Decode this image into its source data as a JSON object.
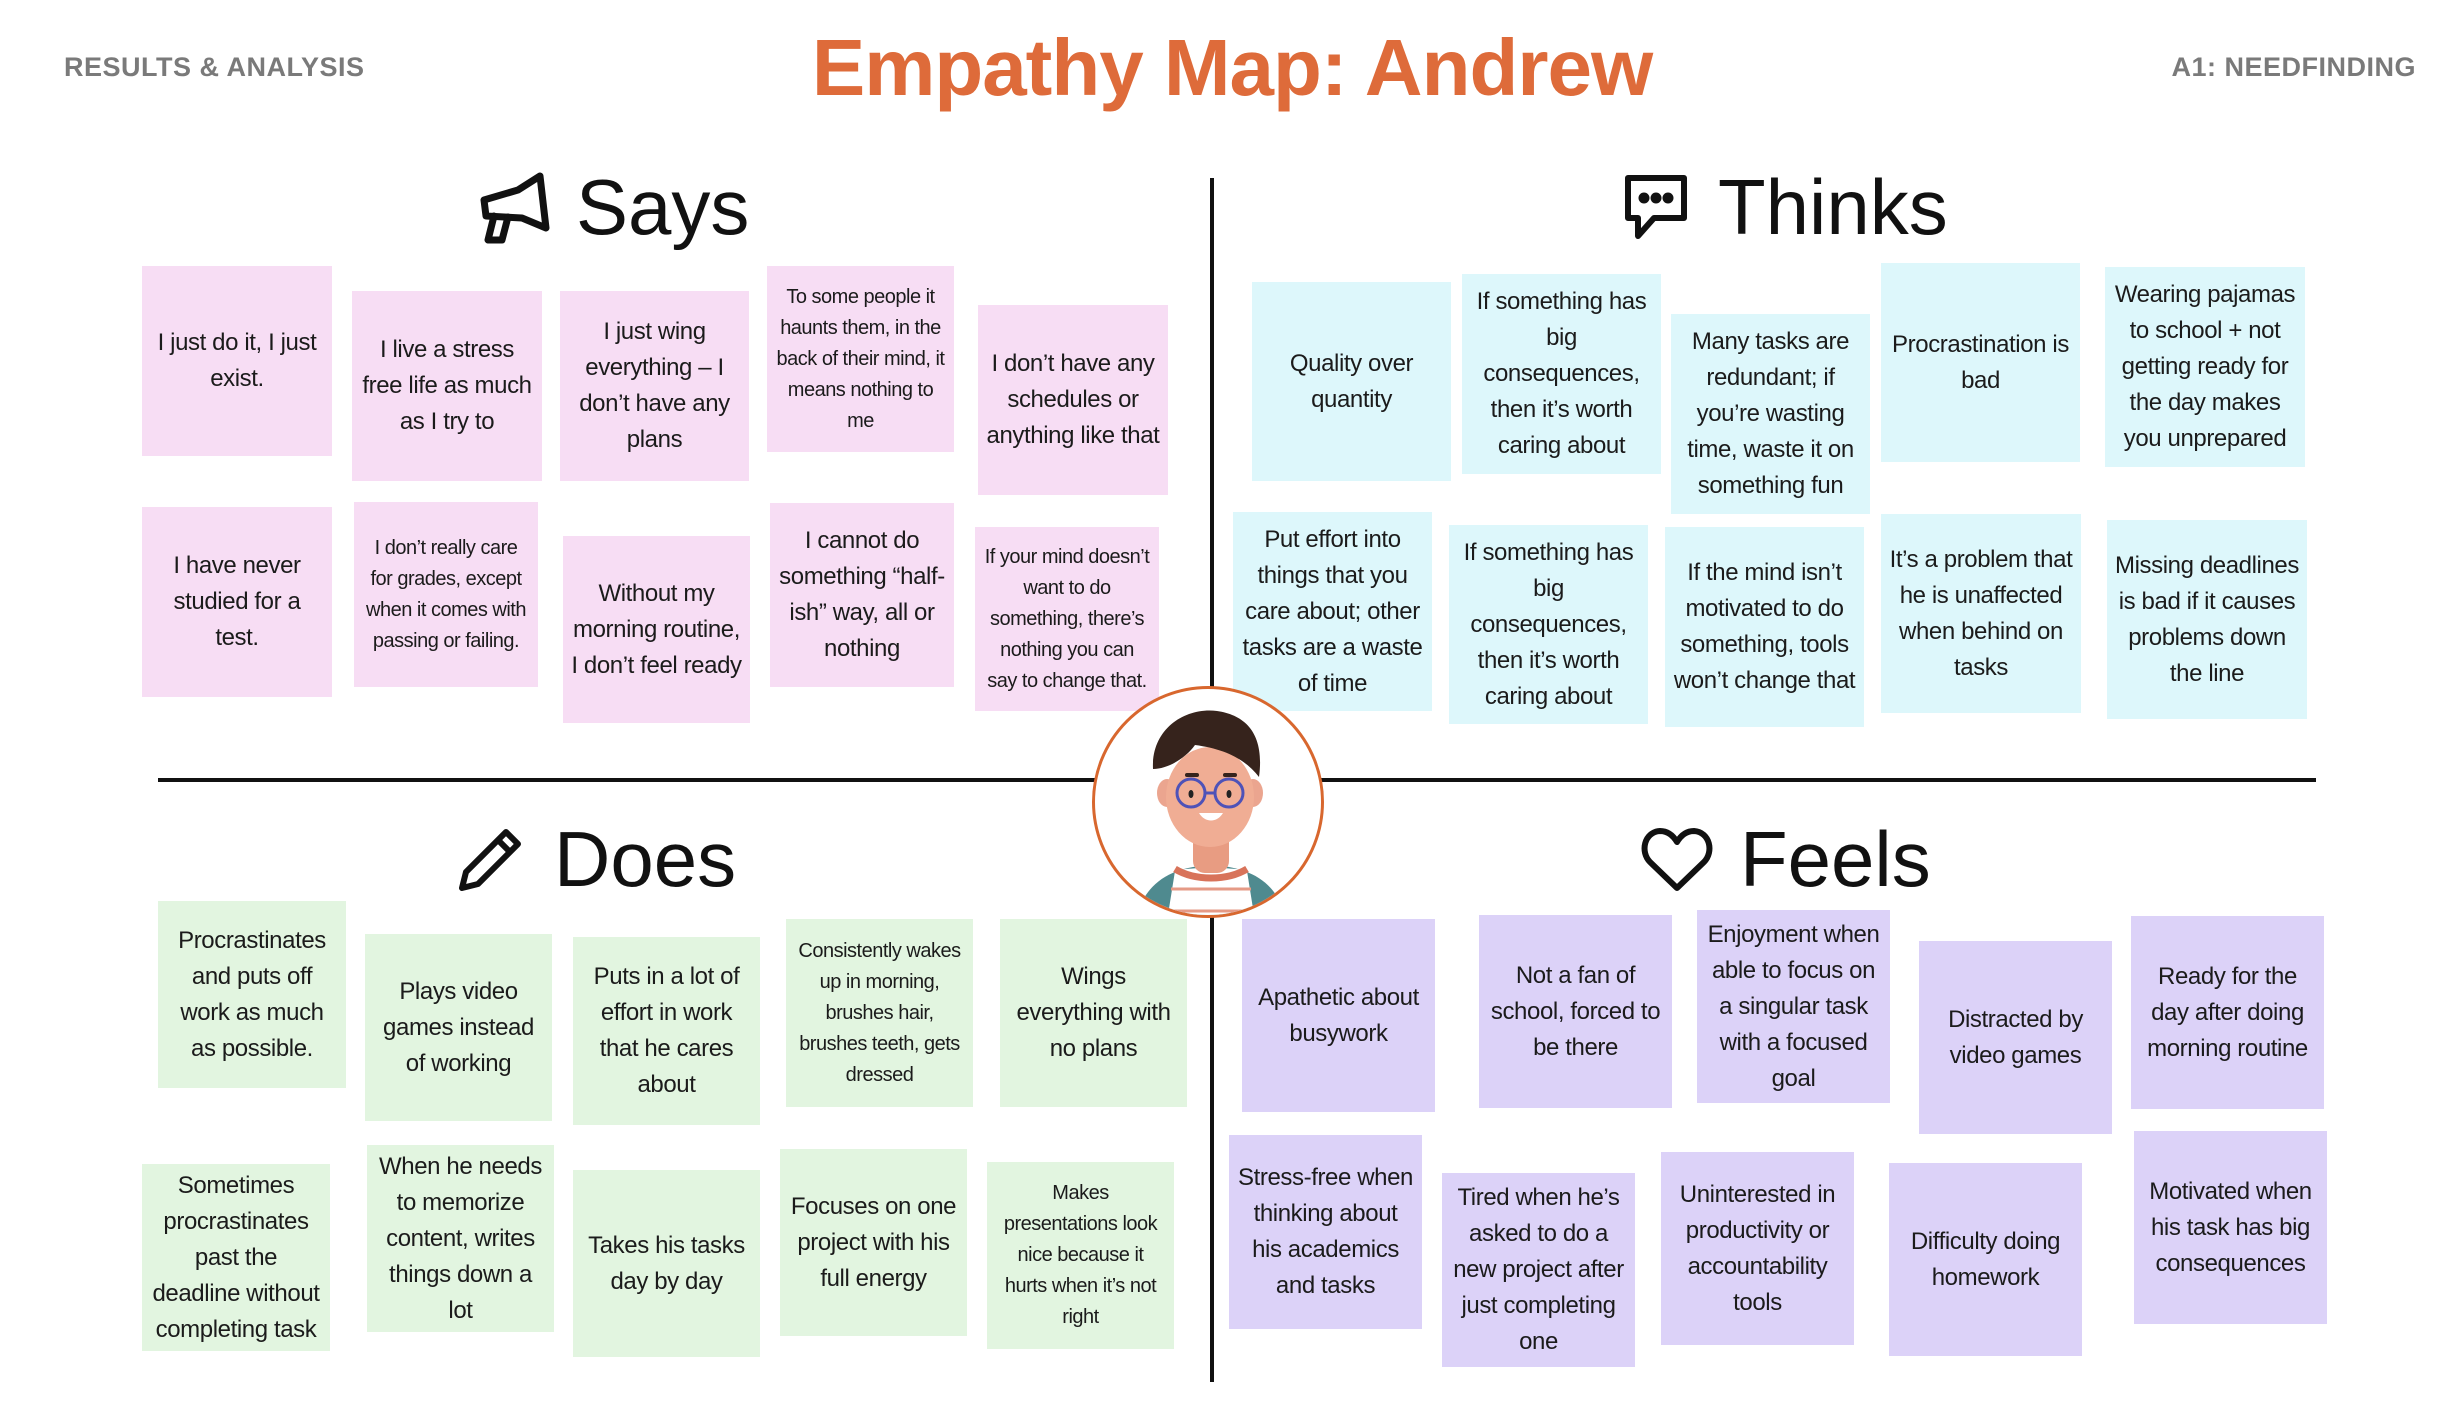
{
  "header": {
    "left_label": "RESULTS & ANALYSIS",
    "title": "Empathy Map: Andrew",
    "right_label": "A1: NEEDFINDING"
  },
  "colors": {
    "title": "#DE6B3A",
    "says": "#F7DDF4",
    "thinks": "#DDF7FB",
    "does": "#E2F5E0",
    "feels": "#DCD2F8",
    "avatar_border": "#D8672E"
  },
  "quadrants": {
    "says": {
      "label": "Says",
      "icon": "megaphone-icon",
      "notes": [
        "I just do it, I just exist.",
        "I live a stress free life as much as I try to",
        "I just wing everything – I don’t have any plans",
        "To some people it haunts them, in the back of their mind, it means nothing to me",
        "I don’t have any schedules or anything like that",
        "I have never studied for a test.",
        "I don’t really care for grades, except when it comes with passing or failing.",
        "Without my morning routine, I don’t feel ready",
        "I cannot do something “half-ish” way, all or nothing",
        "If your mind doesn’t want to do something, there’s nothing you can say to change that."
      ]
    },
    "thinks": {
      "label": "Thinks",
      "icon": "chat-bubble-icon",
      "notes": [
        "Quality over quantity",
        "If something has big consequences, then it’s worth caring about",
        "Many tasks are redundant; if you’re wasting time, waste it on something fun",
        "Procrastination is bad",
        "Wearing pajamas to school + not getting ready for the day makes you unprepared",
        "Put effort into things that you care about; other tasks are a waste of time",
        "If something has big consequences, then it’s worth caring about",
        "If the mind isn’t motivated to do something, tools won’t change that",
        "It’s a problem that he is unaffected when behind on tasks",
        "Missing deadlines is bad if it causes problems down the line"
      ]
    },
    "does": {
      "label": "Does",
      "icon": "pencil-icon",
      "notes": [
        "Procrastinates and puts off work as much as possible.",
        "Plays video games instead of working",
        "Puts in a lot of effort in work that he cares about",
        "Consistently wakes up in morning, brushes hair, brushes teeth, gets dressed",
        "Wings everything with no plans",
        "Sometimes procrastinates past the deadline without completing task",
        "When he needs to memorize content, writes things down a lot",
        "Takes his tasks day by day",
        "Focuses on one project with his full energy",
        "Makes presentations look nice because it hurts when it’s not right"
      ]
    },
    "feels": {
      "label": "Feels",
      "icon": "heart-icon",
      "notes": [
        "Apathetic about busywork",
        "Not a fan of school, forced to be there",
        "Enjoyment when able to focus on a singular task with a focused goal",
        "Distracted by video games",
        "Ready for the day after doing morning routine",
        "Stress-free when thinking about his academics and tasks",
        "Tired when he’s asked to do a new project after just completing one",
        "Uninterested in productivity or accountability tools",
        "Difficulty doing homework",
        "Motivated when his task has big consequences"
      ]
    }
  }
}
